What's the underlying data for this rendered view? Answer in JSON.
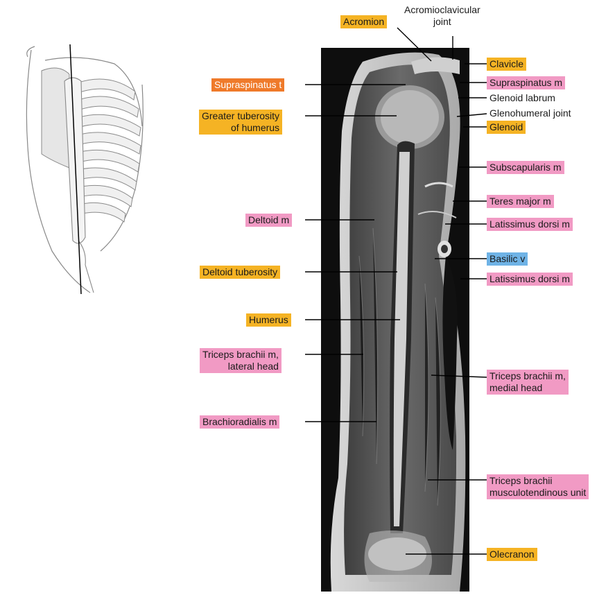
{
  "colors": {
    "bone": "#f5b324",
    "muscle": "#f19ac4",
    "tendon": "#ef7a2a",
    "vessel": "#6fb3e6"
  },
  "labels": {
    "acromion": "Acromion",
    "acromioclavicular_joint_line1": "Acromioclavicular",
    "acromioclavicular_joint_line2": "joint",
    "clavicle": "Clavicle",
    "supraspinatus_t": "Supraspinatus t",
    "supraspinatus_m": "Supraspinatus m",
    "glenoid_labrum": "Glenoid labrum",
    "greater_tuberosity_line1": "Greater tuberosity",
    "greater_tuberosity_line2": "of humerus",
    "glenohumeral_joint": "Glenohumeral joint",
    "glenoid": "Glenoid",
    "subscapularis_m": "Subscapularis m",
    "teres_major_m": "Teres major m",
    "deltoid_m": "Deltoid m",
    "latissimus_dorsi_m_1": "Latissimus dorsi m",
    "basilic_v": "Basilic v",
    "deltoid_tuberosity": "Deltoid tuberosity",
    "latissimus_dorsi_m_2": "Latissimus dorsi m",
    "humerus": "Humerus",
    "triceps_lateral_line1": "Triceps brachii m,",
    "triceps_lateral_line2": "lateral head",
    "triceps_medial_line1": "Triceps brachii m,",
    "triceps_medial_line2": "medial head",
    "brachioradialis_m": "Brachioradialis m",
    "triceps_unit_line1": "Triceps brachii",
    "triceps_unit_line2": "musculotendinous unit",
    "olecranon": "Olecranon"
  }
}
